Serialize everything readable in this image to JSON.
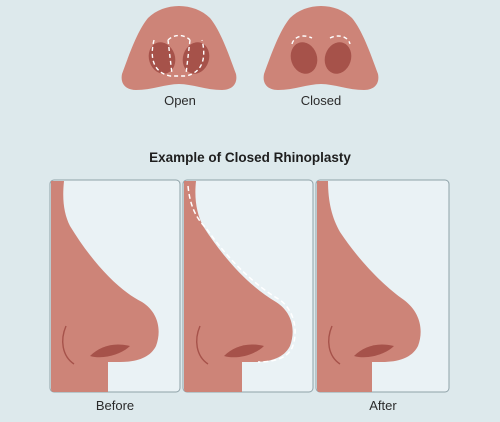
{
  "colors": {
    "background": "#dde9ec",
    "skin": "#cd8478",
    "nostril": "#a6524a",
    "panel": "#eaf2f5",
    "panel_border": "#8fa2a8"
  },
  "top": {
    "open_label": "Open",
    "closed_label": "Closed"
  },
  "title": "Example of Closed Rhinoplasty",
  "panels": {
    "before_label": "Before",
    "after_label": "After"
  }
}
